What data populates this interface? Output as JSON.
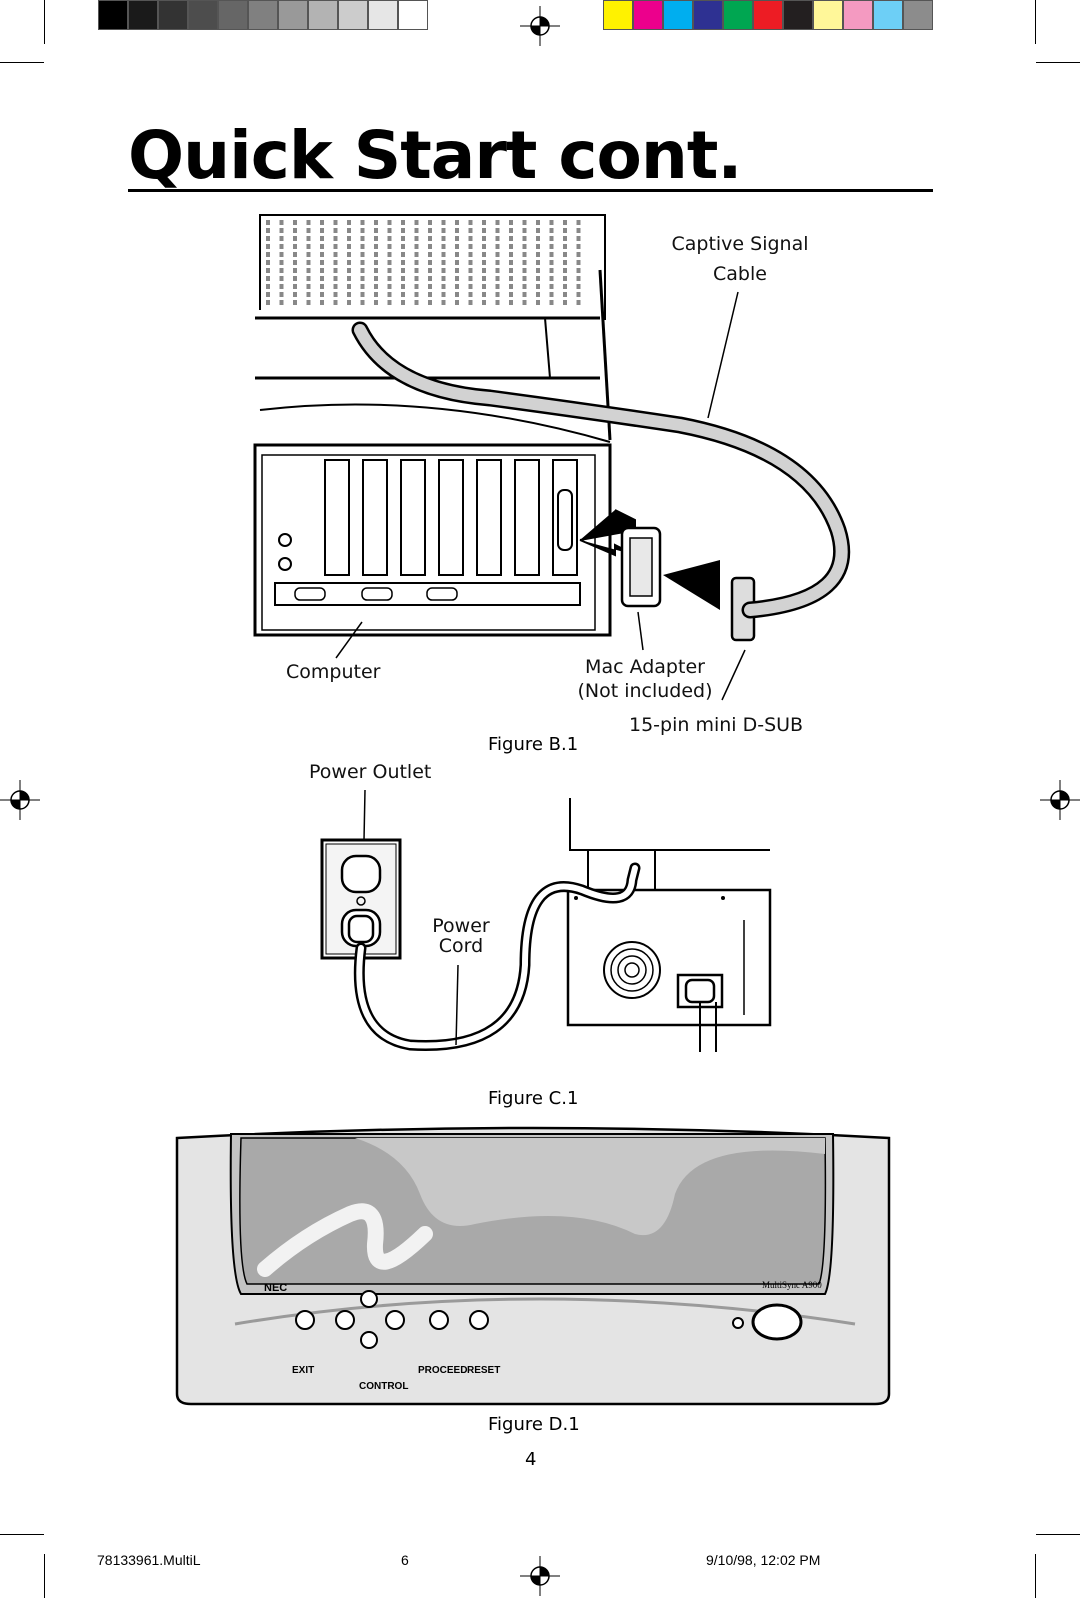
{
  "page": {
    "title": "Quick Start cont.",
    "page_number": "4"
  },
  "figure_b": {
    "caption": "Figure B.1",
    "label_cable_line1": "Captive Signal",
    "label_cable_line2": "Cable",
    "label_computer": "Computer",
    "label_adapter_line1": "Mac Adapter",
    "label_adapter_line2": "(Not included)",
    "label_dsub": "15-pin mini D-SUB"
  },
  "figure_c": {
    "caption": "Figure C.1",
    "label_outlet": "Power Outlet",
    "label_cord_line1": "Power",
    "label_cord_line2": "Cord"
  },
  "figure_d": {
    "caption": "Figure D.1",
    "brand": "NEC",
    "model": "MultiSync A900",
    "btn_exit": "EXIT",
    "btn_control": "CONTROL",
    "btn_proceed": "PROCEED",
    "btn_reset": "RESET"
  },
  "footer": {
    "file": "78133961.MultiL",
    "sheet": "6",
    "timestamp": "9/10/98, 12:02 PM"
  },
  "colors": {
    "grays": [
      "#000000",
      "#1a1a1a",
      "#333333",
      "#4d4d4d",
      "#666666",
      "#808080",
      "#999999",
      "#b3b3b3",
      "#cccccc",
      "#e6e6e6",
      "#ffffff"
    ],
    "process": [
      "#fff200",
      "#ec008c",
      "#00aeef",
      "#2e3192",
      "#00a651",
      "#ed1c24",
      "#231f20",
      "#fff799",
      "#f49ac1",
      "#6dcff6",
      "#8c8c8c"
    ]
  }
}
